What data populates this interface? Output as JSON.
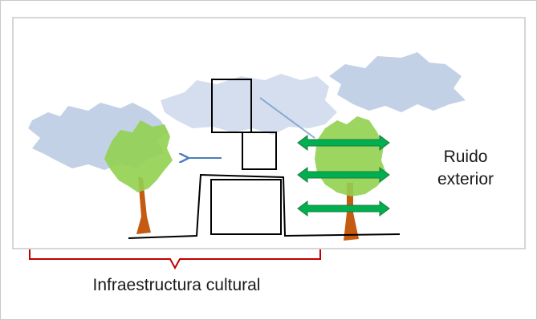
{
  "labels": {
    "noise_line1": "Ruido",
    "noise_line2": "exterior",
    "bracket_label": "Infraestructura cultural"
  },
  "colors": {
    "frame_border": "#c8c8c8",
    "cloud": "#b7c9e2",
    "tree_foliage": "#92d050",
    "tree_trunk": "#c55a11",
    "arrow_blue": "#4a7ebb",
    "noise_arrow": "#00b050",
    "bracket": "#c00000",
    "building_line": "#000000"
  },
  "icons": {
    "cloud": "cloud-shape",
    "tree": "tree-shape",
    "noise_arrow": "double-headed-arrow",
    "deflect_arrow": "left-arrow"
  }
}
